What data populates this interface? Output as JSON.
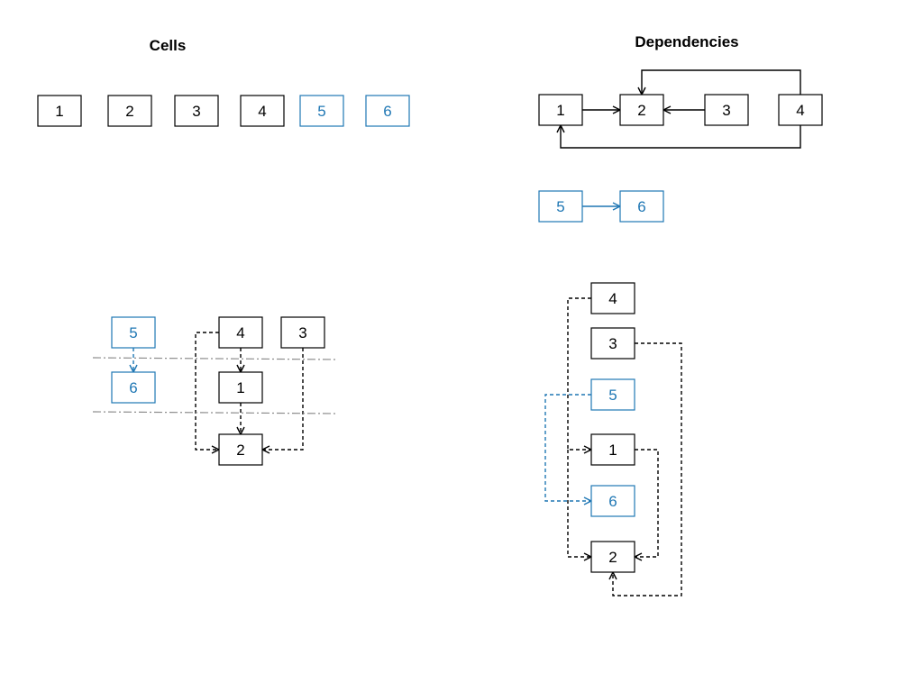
{
  "titles": {
    "cells": "Cells",
    "dependencies": "Dependencies"
  },
  "colors": {
    "default": "#000000",
    "highlight": "#1f77b4",
    "separator": "#8c8c8c"
  },
  "cells": [
    {
      "id": "1",
      "highlight": false
    },
    {
      "id": "2",
      "highlight": false
    },
    {
      "id": "3",
      "highlight": false
    },
    {
      "id": "4",
      "highlight": false
    },
    {
      "id": "5",
      "highlight": true
    },
    {
      "id": "6",
      "highlight": true
    }
  ],
  "dependencies": [
    {
      "from": "1",
      "to": "2"
    },
    {
      "from": "3",
      "to": "2"
    },
    {
      "from": "4",
      "to": "2"
    },
    {
      "from": "4",
      "to": "1"
    },
    {
      "from": "5",
      "to": "6"
    }
  ],
  "levels_view": {
    "levels": [
      [
        "5",
        "4",
        "3"
      ],
      [
        "6",
        "1"
      ],
      [
        "2"
      ]
    ]
  },
  "linear_view": {
    "order": [
      "4",
      "3",
      "5",
      "1",
      "6",
      "2"
    ]
  }
}
